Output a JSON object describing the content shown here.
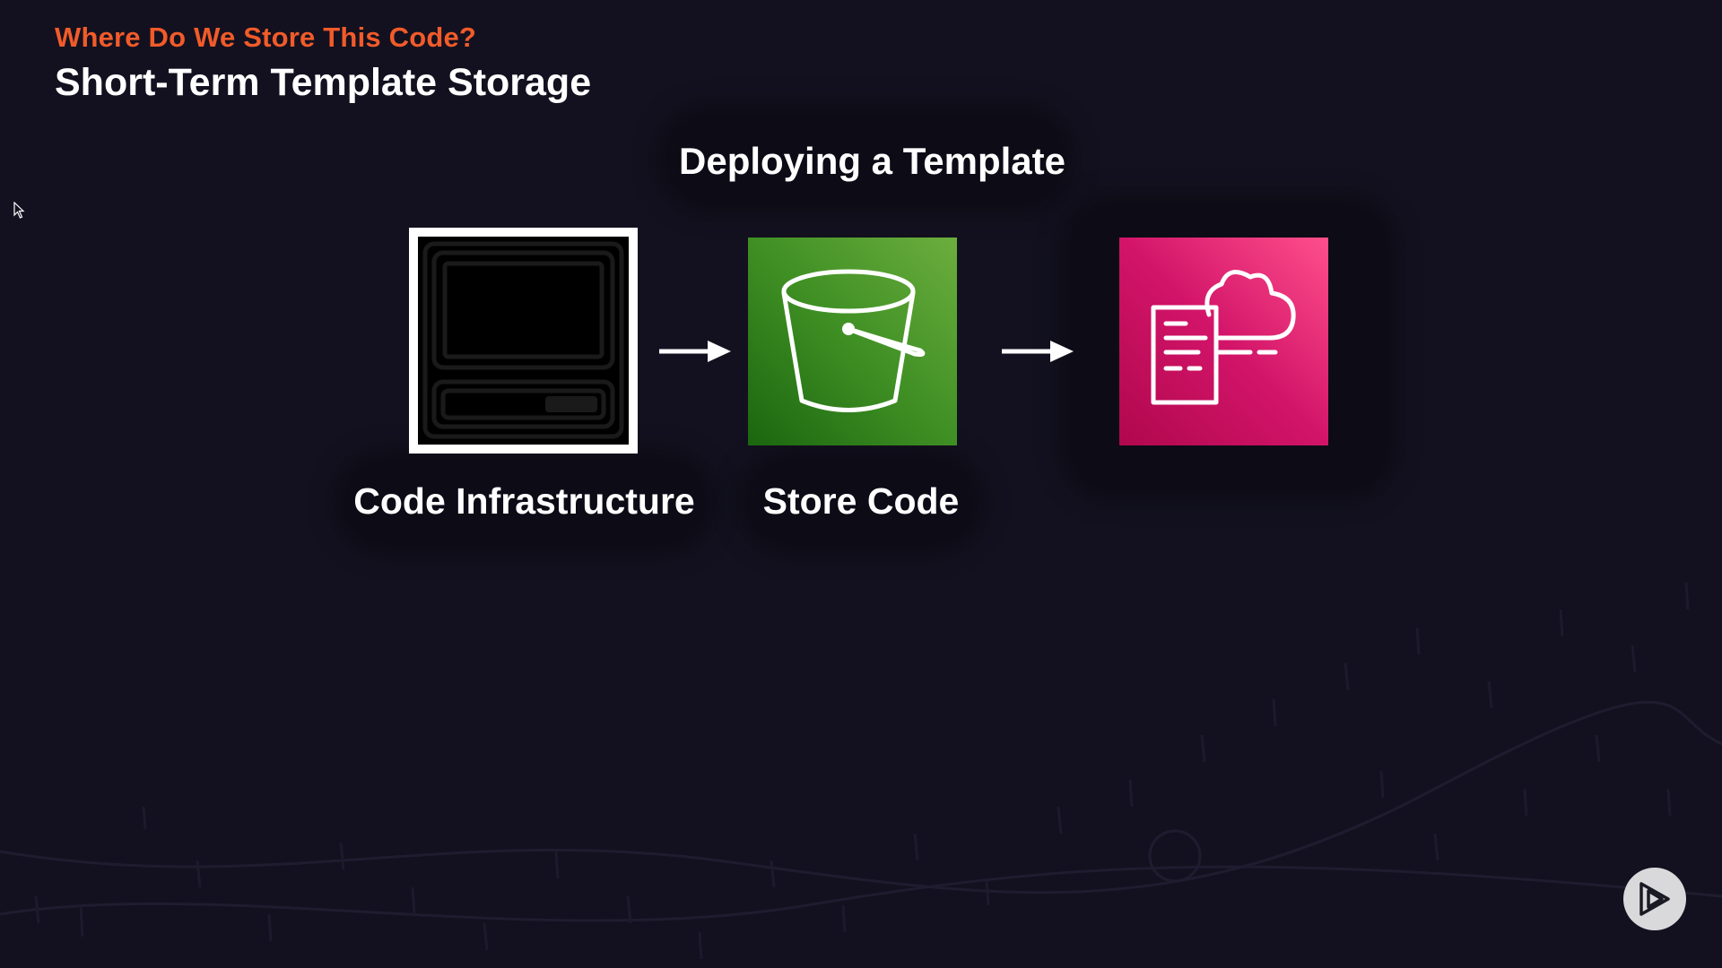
{
  "header": {
    "kicker": "Where Do We Store This Code?",
    "title": "Short-Term Template Storage"
  },
  "diagram": {
    "title": "Deploying a Template",
    "nodes": [
      {
        "label": "Code Infrastructure",
        "icon": "computer-icon"
      },
      {
        "label": "Store Code",
        "icon": "s3-bucket-icon"
      },
      {
        "label": "",
        "icon": "cloudformation-template-icon"
      }
    ],
    "colors": {
      "kicker": "#f15b2a",
      "background": "#13111f",
      "s3_green": "#3f8f24",
      "cloudformation_pink": "#d21469"
    }
  },
  "controls": {
    "play_icon": "play-logo-icon"
  }
}
